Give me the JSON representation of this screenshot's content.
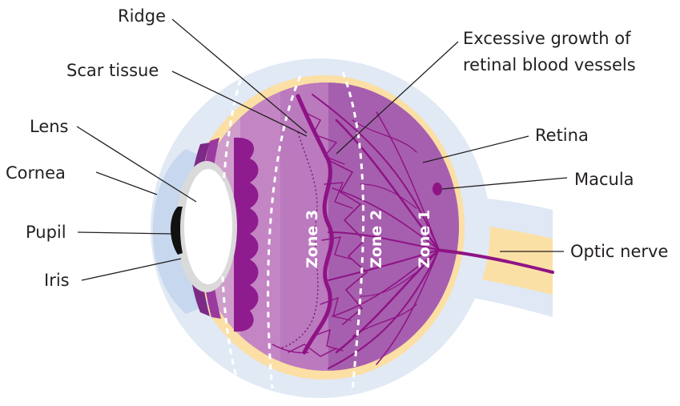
{
  "diagram": {
    "labels": {
      "ridge": "Ridge",
      "scar_tissue": "Scar tissue",
      "excessive_growth_line1": "Excessive growth of",
      "excessive_growth_line2": "retinal blood vessels",
      "lens": "Lens",
      "cornea": "Cornea",
      "pupil": "Pupil",
      "iris": "Iris",
      "retina": "Retina",
      "macula": "Macula",
      "optic_nerve": "Optic nerve"
    },
    "zones": {
      "zone1": "Zone 1",
      "zone2": "Zone 2",
      "zone3": "Zone 3"
    }
  }
}
